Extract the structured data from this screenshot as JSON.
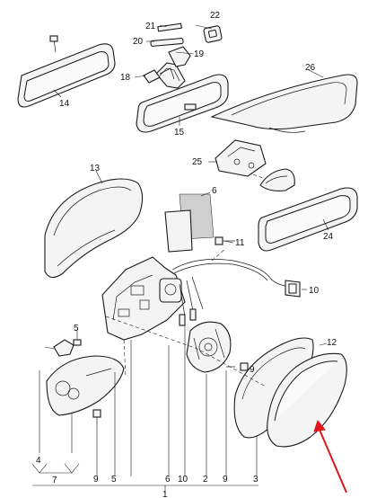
{
  "callouts": {
    "p1": "1",
    "p2": "2",
    "p3": "3",
    "p4": "4",
    "p5a": "5",
    "p5b": "5",
    "p6a": "6",
    "p6b": "6",
    "p7": "7",
    "p9a": "9",
    "p9b": "9",
    "p9c": "9",
    "p10a": "10",
    "p10b": "10",
    "p11": "11",
    "p12": "12",
    "p13": "13",
    "p14": "14",
    "p15": "15",
    "p18": "18",
    "p19": "19",
    "p20": "20",
    "p21": "21",
    "p22": "22",
    "p24": "24",
    "p25": "25",
    "p26": "26"
  },
  "highlight": {
    "color": "#e0161b",
    "target": "12"
  },
  "colors": {
    "line": "#1a1a1a",
    "fill": "#f4f4f4",
    "label": "#111111"
  }
}
